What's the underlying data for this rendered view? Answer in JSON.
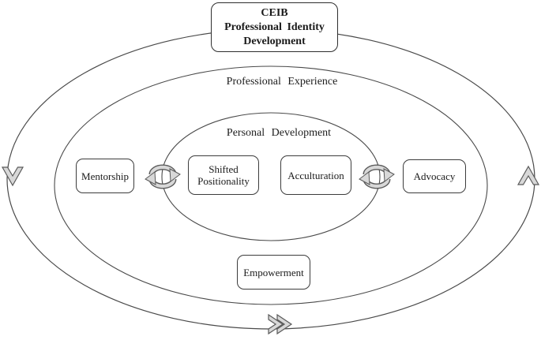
{
  "title_box": {
    "lines": [
      "CEIB",
      "Professional Identity",
      "Development"
    ]
  },
  "rings": {
    "outer_label": "Professional Experience",
    "inner_label": "Personal Development"
  },
  "nodes": {
    "mentorship": {
      "label": "Mentorship"
    },
    "shifted_positionality": {
      "label": "Shifted Positionality"
    },
    "acculturation": {
      "label": "Acculturation"
    },
    "advocacy": {
      "label": "Advocacy"
    },
    "empowerment": {
      "label": "Empowerment"
    }
  },
  "icons": {
    "left_cycle": "cycle-arrows-icon",
    "right_cycle": "cycle-arrows-icon",
    "left_flow": "chevron-down-arrow",
    "right_flow": "chevron-up-arrow",
    "bottom_flow": "double-chevron-right-arrow"
  },
  "colors": {
    "line_stroke": "#4a4a4a",
    "arrow_fill": "#d8d8d8",
    "arrow_stroke": "#5a5a5a",
    "text": "#1a1a1a",
    "background": "#ffffff"
  }
}
